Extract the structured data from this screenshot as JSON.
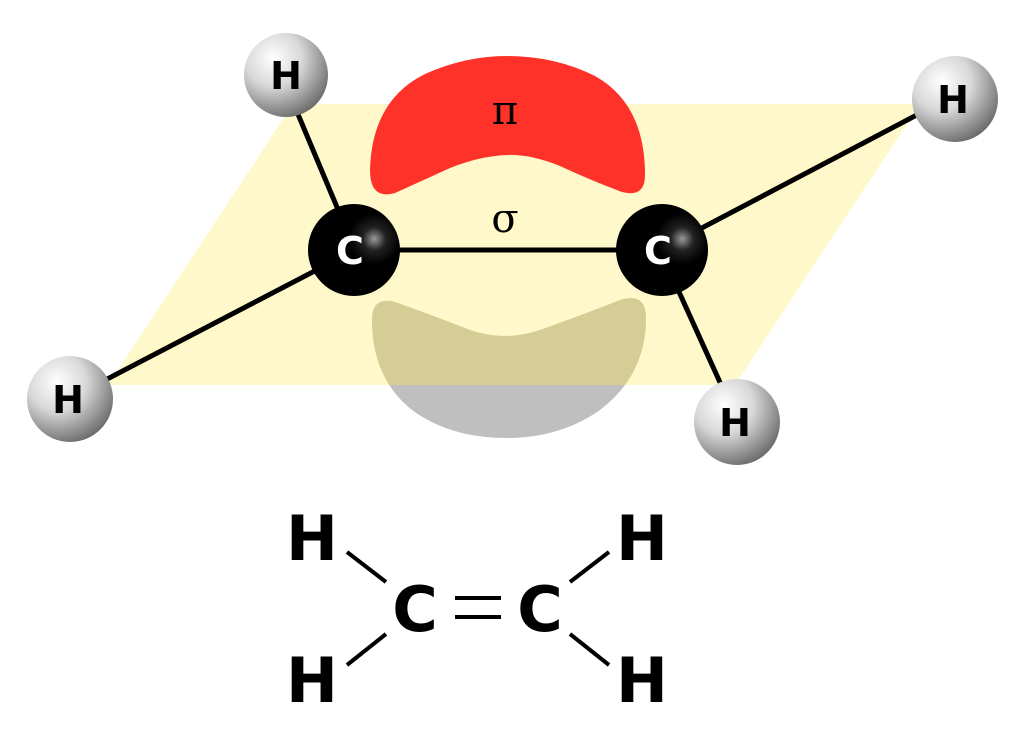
{
  "title": "Ethylene pi and sigma bonding",
  "colors": {
    "plane": "#fdf6b8",
    "pi_upper": "#ff3229",
    "pi_lower": "#bfbfbf",
    "carbon": "#000000",
    "hydrogen": "#d9d9d9"
  },
  "model": {
    "pi_label": "π",
    "sigma_label": "σ",
    "atoms": {
      "h_top_left": "H",
      "c_left": "C",
      "h_bottom_left": "H",
      "c_right": "C",
      "h_top_right": "H",
      "h_bottom_right": "H"
    }
  },
  "formula": {
    "h_top_left": "H",
    "h_bottom_left": "H",
    "c_left": "C",
    "c_right": "C",
    "h_top_right": "H",
    "h_bottom_right": "H"
  }
}
